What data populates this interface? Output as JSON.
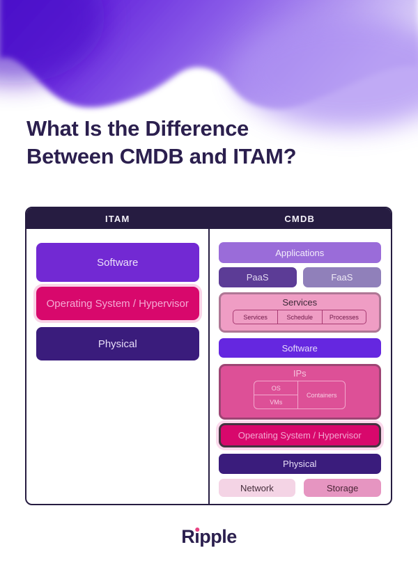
{
  "title": {
    "line1": "What Is the Difference",
    "line2": "Between CMDB and ITAM?"
  },
  "table": {
    "itam": {
      "header": "ITAM",
      "boxes": [
        {
          "label": "Software"
        },
        {
          "label": "Operating System / Hypervisor"
        },
        {
          "label": "Physical"
        }
      ]
    },
    "cmdb": {
      "header": "CMDB",
      "applications": "Applications",
      "paas": "PaaS",
      "faas": "FaaS",
      "services": {
        "title": "Services",
        "items": [
          "Services",
          "Schedule",
          "Processes"
        ]
      },
      "software": "Software",
      "ips": {
        "title": "IPs",
        "os": "OS",
        "vms": "VMs",
        "containers": "Containers"
      },
      "os_hypervisor": "Operating System / Hypervisor",
      "physical": "Physical",
      "network": "Network",
      "storage": "Storage"
    }
  },
  "footer": {
    "logo": "Ripple"
  },
  "colors": {
    "header_navy": "#261c41",
    "title_navy": "#2b1f4e",
    "vivid_purple": "#7229d3",
    "blue_purple": "#6527e0",
    "magenta_highlight": "#d8086c",
    "highlight_glow": "#f9d3e7",
    "dark_indigo": "#3a1c7c",
    "light_purple": "#9a6cd9",
    "paas_purple": "#5c3c96",
    "faas_mauve": "#9080ba",
    "services_pink": "#ef9dc4",
    "ips_pink": "#dd5097",
    "network_pink": "#f4d4e5",
    "storage_pink": "#e695c1",
    "blob_purple": "#5a1ed2",
    "logo_dot_pink": "#e84282"
  }
}
